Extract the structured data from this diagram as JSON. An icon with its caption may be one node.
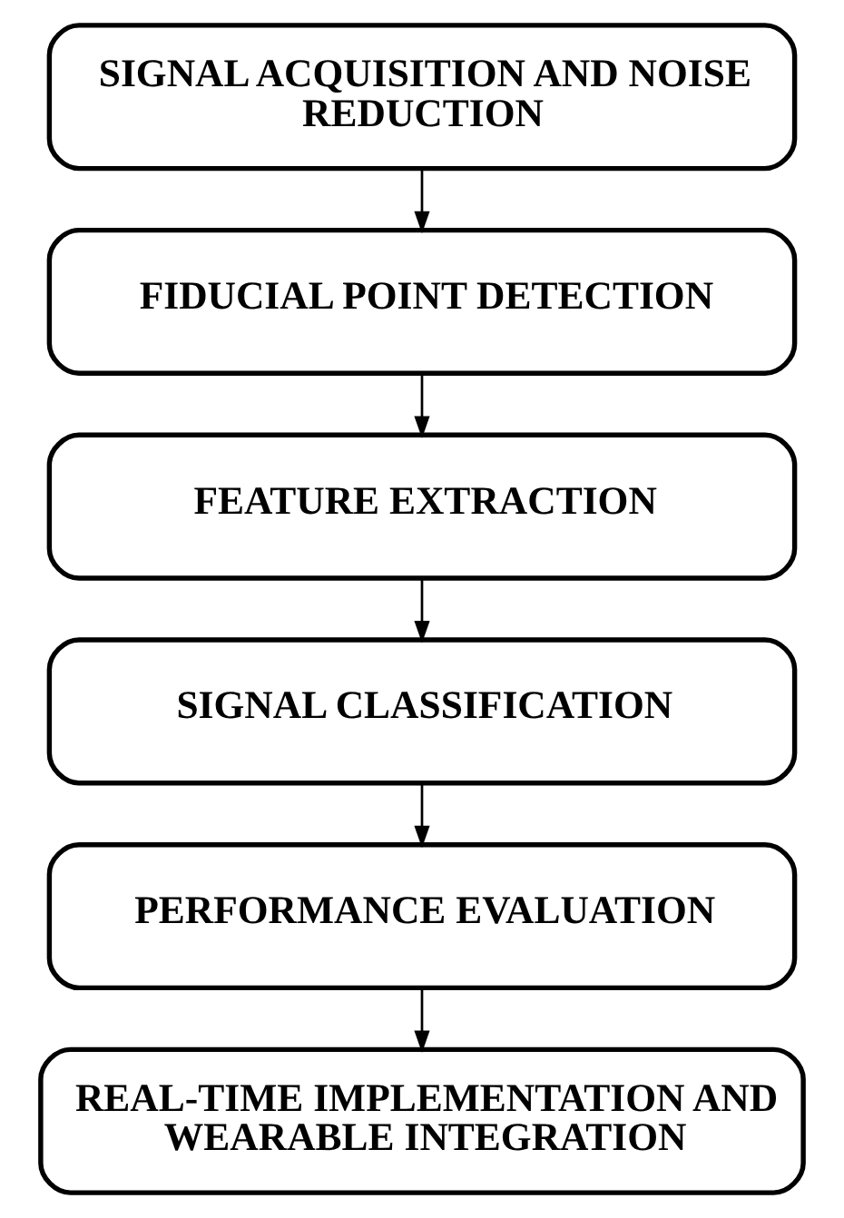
{
  "diagram": {
    "nodes": [
      {
        "text": [
          "SIGNAL ACQUISITION AND NOISE REDUCTION"
        ]
      },
      {
        "text": [
          "FIDUCIAL POINT DETECTION"
        ]
      },
      {
        "text": [
          "FEATURE EXTRACTION"
        ]
      },
      {
        "text": [
          "SIGNAL CLASSIFICATION"
        ]
      },
      {
        "text": [
          "PERFORMANCE EVALUATION"
        ]
      },
      {
        "text": [
          "REAL-TIME IMPLEMENTATION AND WEARABLE INTEGRATION"
        ]
      }
    ],
    "edges": [
      {
        "from": 0,
        "to": 1,
        "arrow": "to"
      },
      {
        "from": 1,
        "to": 2,
        "arrow": "to"
      },
      {
        "from": 2,
        "to": 3,
        "arrow": "to"
      },
      {
        "from": 3,
        "to": 4,
        "arrow": "to"
      },
      {
        "from": 4,
        "to": 5,
        "arrow": "to"
      }
    ]
  }
}
